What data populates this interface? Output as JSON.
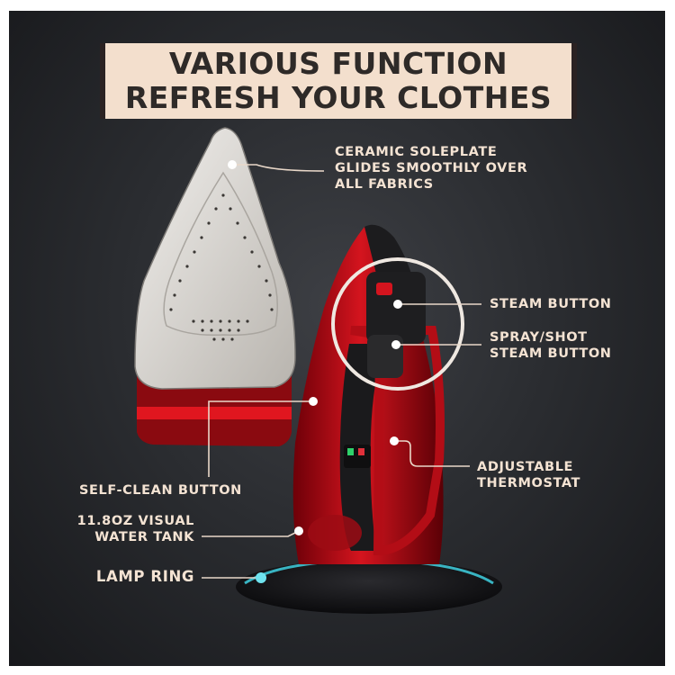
{
  "banner": {
    "line1": "VARIOUS FUNCTION",
    "line2": "REFRESH YOUR CLOTHES"
  },
  "callouts": {
    "soleplate": [
      "CERAMIC SOLEPLATE",
      "GLIDES SMOOTHLY OVER",
      "ALL FABRICS"
    ],
    "steam_button": "STEAM BUTTON",
    "spray_shot": [
      "SPRAY/SHOT",
      "STEAM BUTTON"
    ],
    "thermostat": [
      "ADJUSTABLE",
      "THERMOSTAT"
    ],
    "self_clean": "SELF-CLEAN BUTTON",
    "water_tank": [
      "11.8OZ VISUAL",
      "WATER TANK"
    ],
    "lamp_ring": "LAMP RING"
  },
  "colors": {
    "background": "#2b2d31",
    "banner": "#f3dfcd",
    "label_text": "#f4e3d3",
    "iron_red": "#c8101a",
    "soleplate": "#d9d6d2",
    "lamp_ring": "#3fd0e0"
  }
}
